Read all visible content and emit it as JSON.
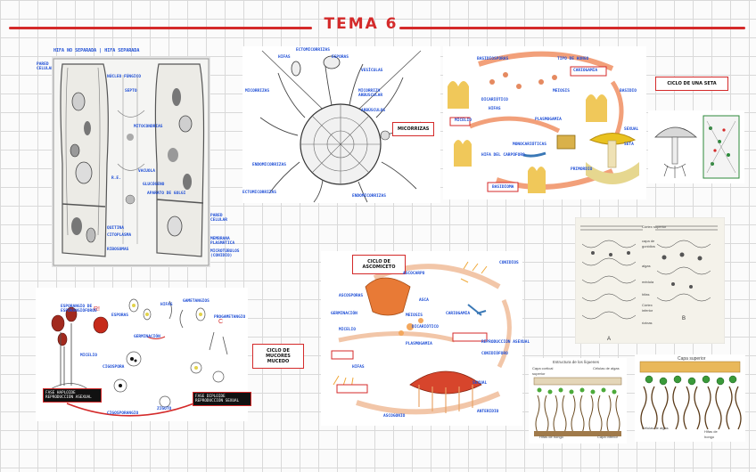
{
  "page": {
    "title": "TEMA 6",
    "accent_color": "#d42a2a",
    "label_color": "#1f4fd6",
    "grid_color": "#d9d9d9"
  },
  "panel_hifa": {
    "header": "HIFA NO SEPARADA   |   HIFA SEPARADA",
    "labels": [
      "PARED CELULAR",
      "NÚCLEO FÚNGICO",
      "SEPTO",
      "MITOCONDRIAS",
      "R.E.",
      "VACUOLA",
      "GLUCÓGENO",
      "APARATO DE GOLGI",
      "PARED CELULAR",
      "MEMBRANA PLASMÁTICA",
      "QUITINA",
      "CITOPLASMA",
      "RIBOSOMAS",
      "MICROTÚBULOS (CONIDIO)"
    ]
  },
  "panel_micorrizas": {
    "box": "MICORRIZAS",
    "labels": [
      "ECTOMICORRIZAS",
      "HIFAS",
      "ESPORAS",
      "MICORRIZAS",
      "VESÍCULAS",
      "MICORRIZA ARBUSCULAR",
      "ARBÚSCULOS",
      "ENDOMICORRIZAS",
      "ECTOMICORRIZAS",
      "ENDOMICORRIZAS"
    ]
  },
  "panel_seta": {
    "box": "CICLO DE UNA SETA",
    "labels": [
      "BASIDIOSPORAS",
      "TIPO DE HONGO",
      "CARIOGAMIA",
      "MEIOSIS",
      "BASIDIO",
      "MICELIO",
      "DICARIÓTICO",
      "HIFAS",
      "MONOCARIÓTICAS",
      "PLASMOGAMIA",
      "HIFA DEL CARPÓFORO",
      "PRIMORDIO",
      "BASIDIOMA",
      "SEXUAL",
      "SETA"
    ]
  },
  "panel_mucor": {
    "box": "CICLO DE MUCORES MUCEDO",
    "black1": "FASE HAPLOIDE\nREPRODUCCIÓN ASEXUAL",
    "black2": "FASE DIPLOIDE\nREPRODUCCIÓN SEXUAL",
    "labels": [
      "ESPORANGIO DE ESPORANGIÓFOROS",
      "ESPORAS",
      "GERMINACIÓN",
      "MICELIO",
      "CIGOSPORA",
      "GAMETANGIOS",
      "HIFAS",
      "ZIGOTO",
      "PROGAMETANGIO",
      "CIGOSPORANGIO"
    ]
  },
  "panel_ascomiceto": {
    "box": "CICLO DE ASCOMICETO",
    "labels": [
      "ASCOCARPO",
      "ASCOSPORAS",
      "CONIDIOS",
      "GERMINACIÓN",
      "ASCA",
      "MEIOSIS",
      "CARIOGAMIA",
      "DICARIÓTICO",
      "MICELIO",
      "PLASMOGAMIA",
      "HIFAS",
      "REPRODUCCIÓN ASEXUAL",
      "CONIDIÓFORO",
      "SEXUAL",
      "ASCOGONIO",
      "ANTERIDIO"
    ]
  },
  "panel_liquen_top": {
    "labels": [
      "Córtex superior",
      "capa de gonidios",
      "algas",
      "médula",
      "hifas",
      "Córtex inferior",
      "rizinas"
    ],
    "figA": "A",
    "figB": "B"
  },
  "panel_liquen_bottom_left": {
    "title": "Estructura de los líquenes",
    "labels": [
      "Capa cortical superior",
      "Células de algas",
      "Hifas de hongo",
      "Capa inferior"
    ]
  },
  "panel_liquen_bottom_right": {
    "labels": [
      "Capa superior",
      "Células de algas",
      "Hifas de hongo"
    ]
  }
}
